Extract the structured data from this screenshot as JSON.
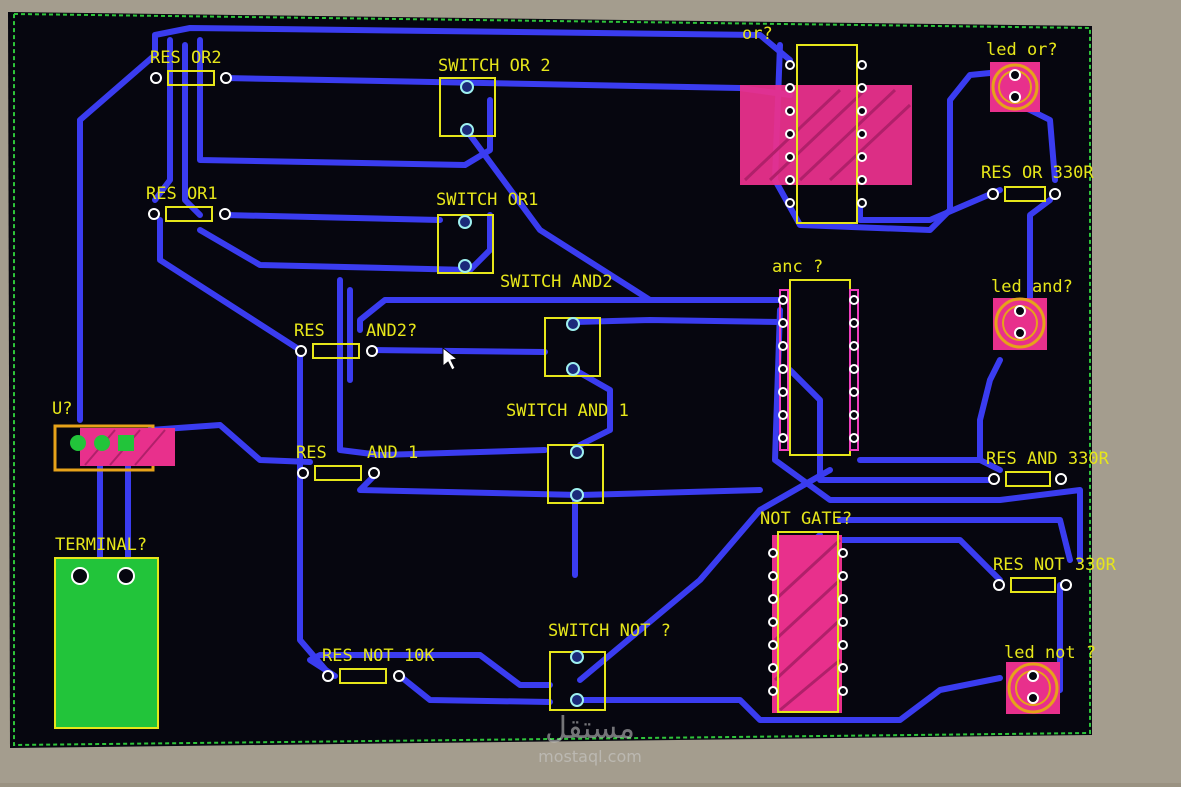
{
  "colors": {
    "board": "#06060f",
    "trace": "#3a3cf0",
    "silk": "#e6e61a",
    "pad_ring": "#f03fbf",
    "copper": "#e8308c",
    "terminal": "#22c43a",
    "outline": "#2ec43a"
  },
  "labels": {
    "res_or2": "RES OR2",
    "switch_or2": "SWITCH OR 2",
    "or_ic": "or?",
    "led_or": "led or?",
    "res_or1": "RES OR1",
    "switch_or1": "SWITCH OR1",
    "res_or_330r": "RES OR 330R",
    "switch_and2": "SWITCH AND2",
    "and_ic": "anc ?",
    "led_and": "led and?",
    "res": "RES",
    "and2": "AND2?",
    "switch_and1": "SWITCH AND 1",
    "u": "U?",
    "res_b": "RES",
    "and1": "AND 1",
    "res_and_330r": "RES AND 330R",
    "terminal": "TERMINAL?",
    "not_gate": "NOT GATE?",
    "res_not_330r": "RES NOT 330R",
    "switch_not": "SWITCH NOT ?",
    "res_not_10k": "RES NOT 10K",
    "led_not": "led not ?"
  },
  "watermark": {
    "arabic": "مستقل",
    "latin": "mostaql.com"
  }
}
